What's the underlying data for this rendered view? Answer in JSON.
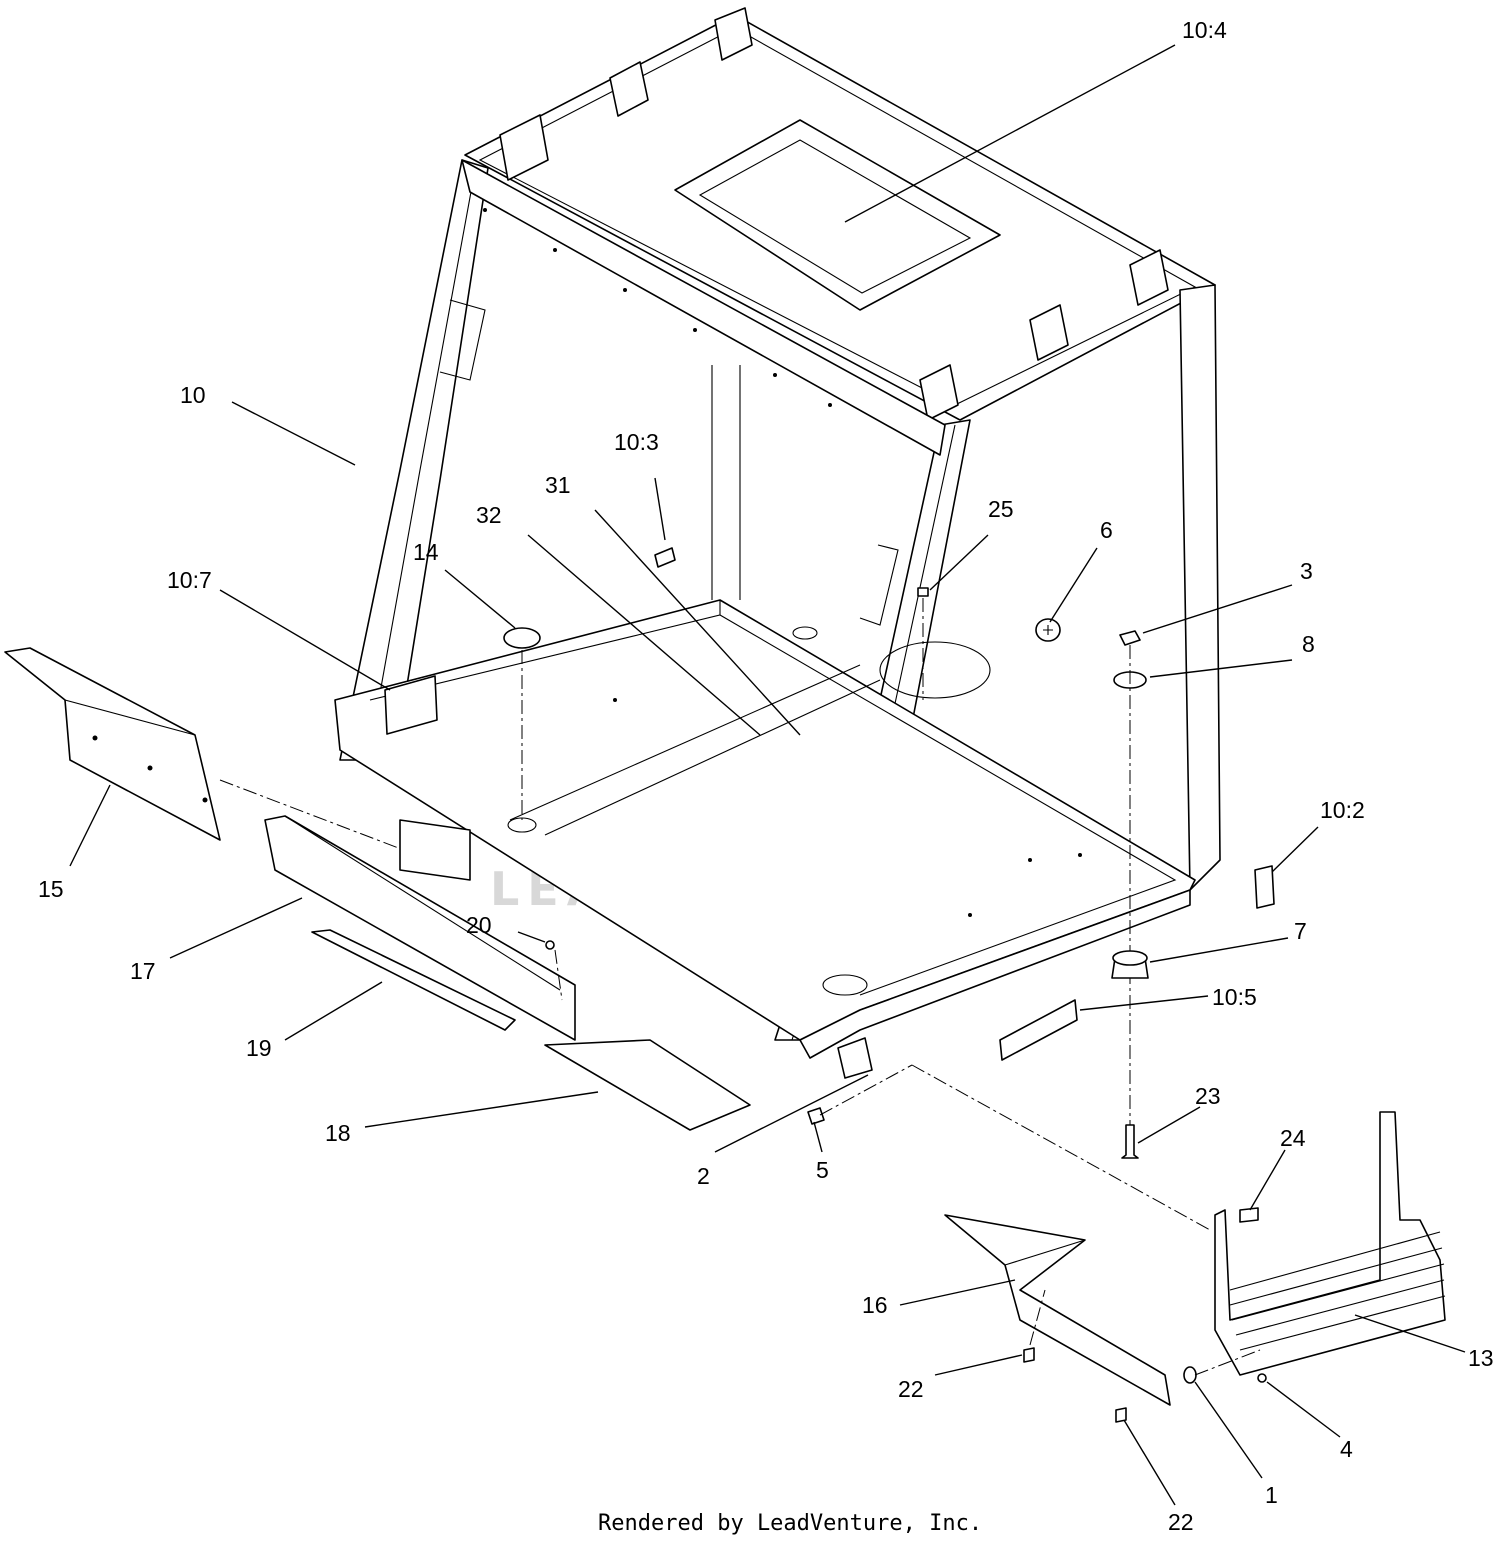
{
  "callouts": [
    {
      "label": "10:4"
    },
    {
      "label": "10"
    },
    {
      "label": "10:3"
    },
    {
      "label": "31"
    },
    {
      "label": "32"
    },
    {
      "label": "25"
    },
    {
      "label": "6"
    },
    {
      "label": "3"
    },
    {
      "label": "14"
    },
    {
      "label": "10:7"
    },
    {
      "label": "8"
    },
    {
      "label": "10:2"
    },
    {
      "label": "15"
    },
    {
      "label": "17"
    },
    {
      "label": "20"
    },
    {
      "label": "7"
    },
    {
      "label": "10:5"
    },
    {
      "label": "19"
    },
    {
      "label": "23"
    },
    {
      "label": "18"
    },
    {
      "label": "24"
    },
    {
      "label": "2"
    },
    {
      "label": "5"
    },
    {
      "label": "16"
    },
    {
      "label": "13"
    },
    {
      "label": "22"
    },
    {
      "label": "4"
    },
    {
      "label": "1"
    },
    {
      "label": "22"
    }
  ],
  "watermark": "LEADVENTURE",
  "footer": "Rendered by LeadVenture, Inc."
}
